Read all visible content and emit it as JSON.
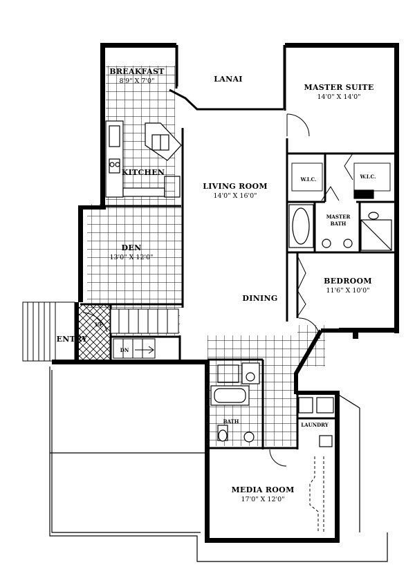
{
  "rooms": {
    "breakfast": {
      "name": "BREAKFAST",
      "dims": "8'9\" X 7'0\""
    },
    "lanai": {
      "name": "LANAI"
    },
    "master_suite": {
      "name": "MASTER SUITE",
      "dims": "14'0\" X 14'0\""
    },
    "kitchen": {
      "name": "KITCHEN"
    },
    "living_room": {
      "name": "LIVING ROOM",
      "dims": "14'0\" X 16'0\""
    },
    "wic_left": {
      "name": "W.I.C."
    },
    "wic_right": {
      "name": "W.I.C."
    },
    "master_bath": {
      "name": "MASTER",
      "name2": "BATH"
    },
    "den": {
      "name": "DEN",
      "dims": "13'0\" X 12'0\""
    },
    "bedroom": {
      "name": "BEDROOM",
      "dims": "11'6\" X 10'0\""
    },
    "dining": {
      "name": "DINING"
    },
    "entry": {
      "name": "ENTRY"
    },
    "bath": {
      "name": "BATH"
    },
    "laundry": {
      "name": "LAUNDRY"
    },
    "media_room": {
      "name": "MEDIA ROOM",
      "dims": "17'0\" X 12'0\""
    }
  },
  "stairs": {
    "up": "UP",
    "down": "DN"
  }
}
